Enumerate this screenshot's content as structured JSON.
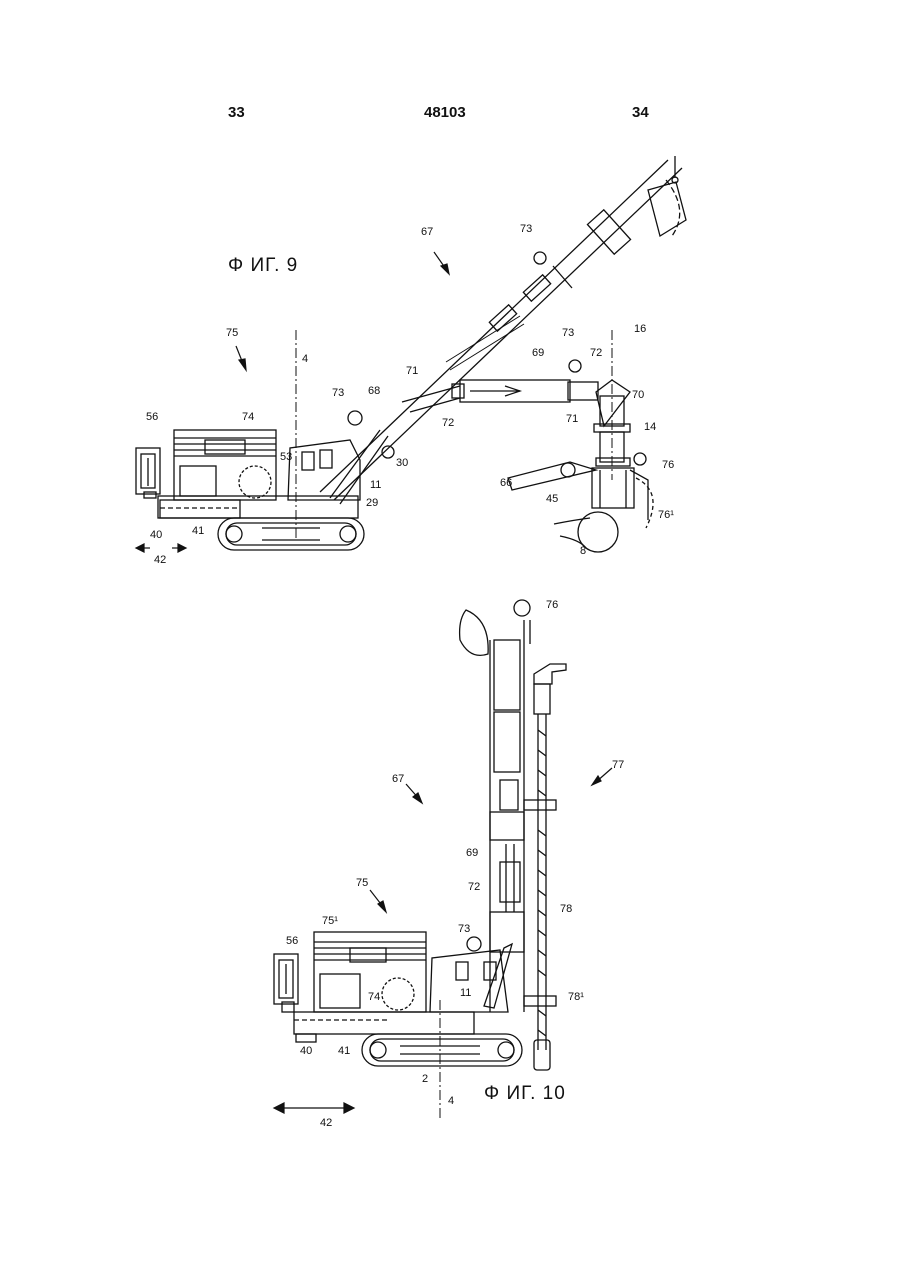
{
  "header": {
    "page_left": "33",
    "doc_number": "48103",
    "page_right": "34"
  },
  "fig9": {
    "title": "Φ ИГ. 9",
    "labels": {
      "l67": "67",
      "l73a": "73",
      "l73b": "73",
      "l73c": "73",
      "l16": "16",
      "l75": "75",
      "l4": "4",
      "l69": "69",
      "l72a": "72",
      "l72b": "72",
      "l71a": "71",
      "l71b": "71",
      "l68": "68",
      "l70": "70",
      "l14": "14",
      "l56": "56",
      "l74": "74",
      "l53": "53",
      "l30": "30",
      "l76": "76",
      "l66": "66",
      "l11": "11",
      "l45": "45",
      "l29": "29",
      "l761": "76¹",
      "l40": "40",
      "l41": "41",
      "l8": "8",
      "l42": "42"
    }
  },
  "fig10": {
    "title": "Φ ИГ. 10",
    "labels": {
      "l76": "76",
      "l77": "77",
      "l67": "67",
      "l69": "69",
      "l75": "75",
      "l72": "72",
      "l78": "78",
      "l751": "75¹",
      "l56": "56",
      "l73": "73",
      "l74": "74",
      "l11": "11",
      "l781": "78¹",
      "l40": "40",
      "l41": "41",
      "l2": "2",
      "l4": "4",
      "l42": "42"
    }
  }
}
